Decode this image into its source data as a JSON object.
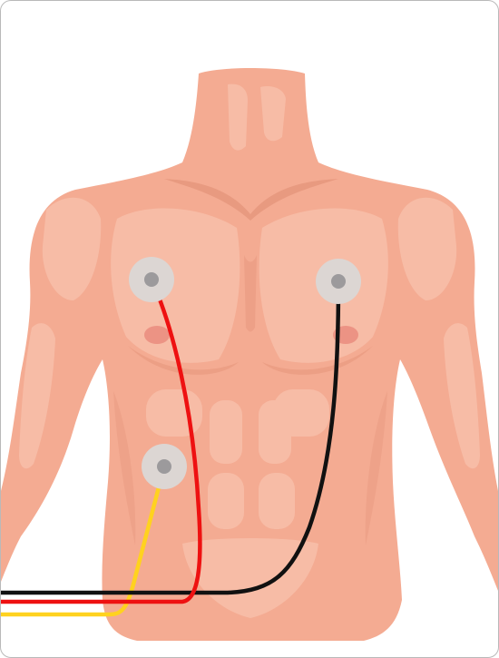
{
  "illustration": {
    "subject": "torso-with-ecg-electrodes",
    "colors": {
      "skin_base": "#f4ab92",
      "skin_highlight": "#f7bca6",
      "skin_shadow": "#e89a80",
      "nipple": "#ec9384",
      "electrode_pad": "#dcd6d3",
      "electrode_snap": "#9c9a9c",
      "frame_border": "#b9b9b9"
    },
    "electrodes": [
      {
        "name": "right-chest-electrode",
        "lead_color": "#ee1111"
      },
      {
        "name": "left-chest-electrode",
        "lead_color": "#111111"
      },
      {
        "name": "abdomen-electrode",
        "lead_color": "#ffd21f"
      }
    ],
    "lead_wires": [
      {
        "name": "red-lead-wire",
        "color": "#ee1111"
      },
      {
        "name": "black-lead-wire",
        "color": "#111111"
      },
      {
        "name": "yellow-lead-wire",
        "color": "#ffd21f"
      }
    ]
  }
}
